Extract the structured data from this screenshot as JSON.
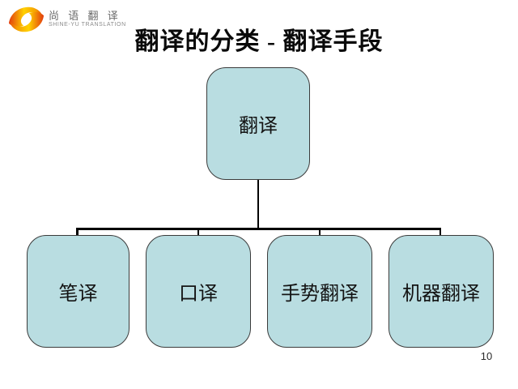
{
  "logo": {
    "brand_cn": "尚 语 翻 译",
    "brand_en": "SHINE-YU TRANSLATION"
  },
  "slide": {
    "title": "翻译的分类 - 翻译手段",
    "page_number": "10"
  },
  "diagram": {
    "type": "org-tree",
    "root": {
      "label": "翻译"
    },
    "children": [
      {
        "label": "笔译"
      },
      {
        "label": "口译"
      },
      {
        "label": "手势翻译"
      },
      {
        "label": "机器翻译"
      }
    ]
  },
  "colors": {
    "node_fill": "#b9dde1",
    "node_border": "#3b3b3b",
    "connector": "#000000",
    "logo_red": "#e23b0e",
    "logo_yellow": "#ffd100",
    "title_text": "#0a0a0a"
  }
}
